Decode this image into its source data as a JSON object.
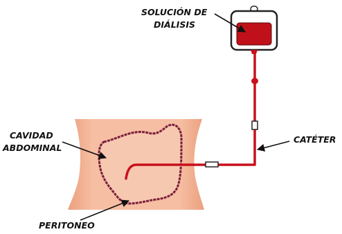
{
  "labels": {
    "dialysis_solution_line1": "SOLUCIÓN DE",
    "dialysis_solution_line2": "DIÁLISIS",
    "abdominal_cavity_line1": "CAVIDAD",
    "abdominal_cavity_line2": "ABDOMINAL",
    "catheter": "CATÉTER",
    "peritoneum": "PERITONEO"
  },
  "colors": {
    "skin": "#f5b99c",
    "skin_shadow": "#eaa17f",
    "peritoneum_outline": "#7a1f3a",
    "peritoneum_fill": "#f7c6ad",
    "dialysate": "#c0111a",
    "bag_outline": "#222222",
    "tube": "#c8101c",
    "arrow": "#111111"
  }
}
